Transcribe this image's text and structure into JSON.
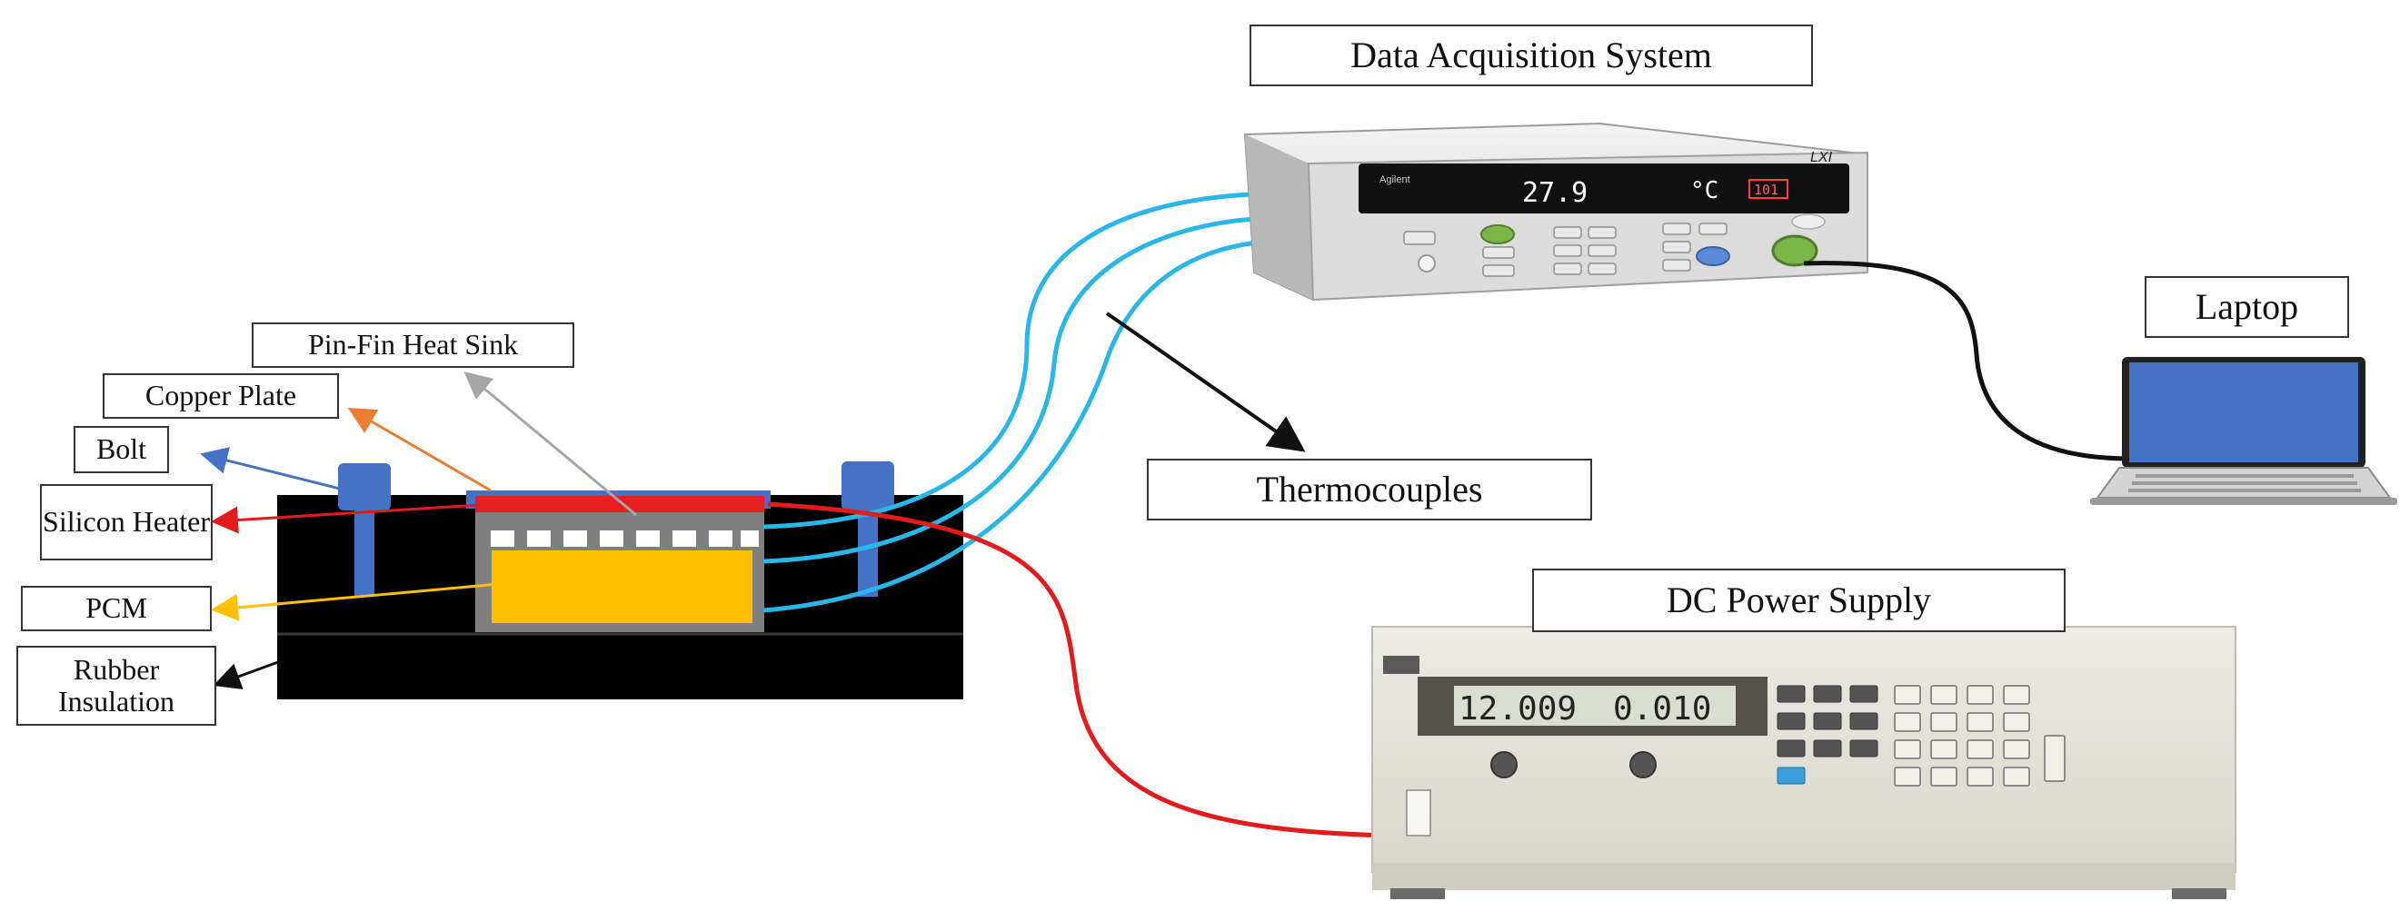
{
  "labels": {
    "data_acquisition": "Data Acquisition System",
    "pin_fin": "Pin-Fin Heat Sink",
    "copper_plate": "Copper Plate",
    "bolt": "Bolt",
    "silicon_heater": "Silicon Heater",
    "pcm": "PCM",
    "rubber_insulation": "Rubber Insulation",
    "thermocouples": "Thermocouples",
    "laptop": "Laptop",
    "dc_power_supply": "DC Power Supply"
  },
  "daq_display": {
    "reading": "27.9",
    "unit": "°C",
    "channel": "101",
    "brand": "Agilent",
    "badge": "LXI"
  },
  "psu_display": {
    "voltage": "12.009",
    "current": "0.010"
  },
  "colors": {
    "thermocouple_wire": "#29b6e8",
    "heater_wire": "#e31b1b",
    "heater": "#e62020",
    "pcm": "#ffc000",
    "bolt": "#4472c4",
    "copper_arrow": "#ed7d31",
    "pin_fin_arrow": "#a6a6a6",
    "laptop_screen": "#4472c4"
  },
  "icons": [
    "daq-instrument-icon",
    "dc-power-supply-icon",
    "laptop-icon",
    "test-rig-icon"
  ]
}
